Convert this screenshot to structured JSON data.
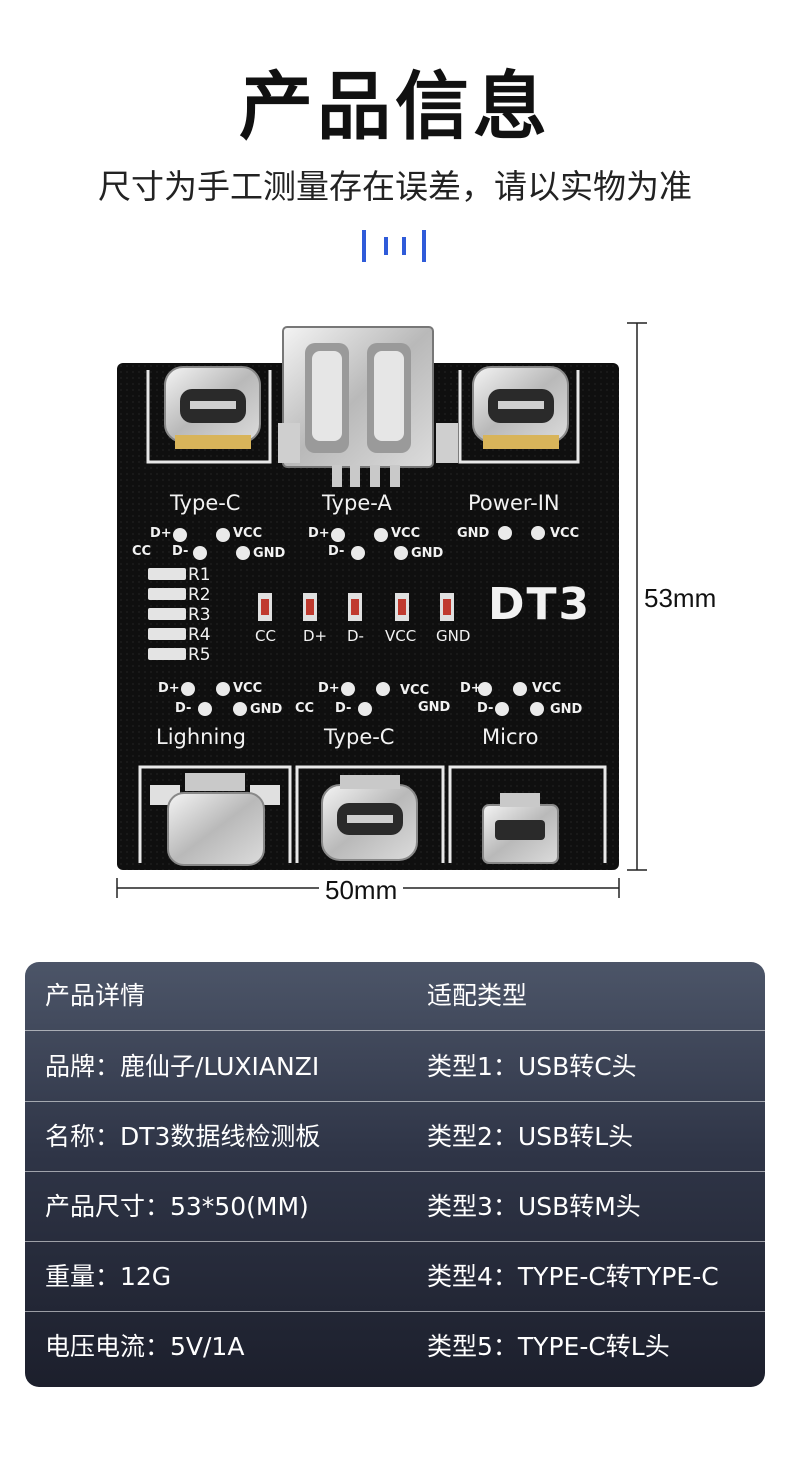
{
  "header": {
    "title": "产品信息",
    "subtitle": "尺寸为手工测量存在误差，请以实物为准"
  },
  "colors": {
    "accent_blue": "#2f5bd9",
    "board": "#0e0e0e",
    "table_top": "#4c5568",
    "table_bottom": "#1c1f2c"
  },
  "board": {
    "labels": {
      "type_c_top": "Type-C",
      "type_a": "Type-A",
      "power_in": "Power-IN",
      "dt3": "DT3",
      "lightning": "Lighning",
      "type_c_bottom": "Type-C",
      "micro": "Micro"
    },
    "pins": {
      "dp": "D+",
      "dm": "D-",
      "vcc": "VCC",
      "gnd": "GND",
      "cc": "CC"
    },
    "resistors": [
      "R1",
      "R2",
      "R3",
      "R4",
      "R5"
    ],
    "leds": [
      "CC",
      "D+",
      "D-",
      "VCC",
      "GND"
    ],
    "dimensions": {
      "height": "53mm",
      "width": "50mm"
    }
  },
  "specs": {
    "header": {
      "left": "产品详情",
      "right": "适配类型"
    },
    "rows": [
      {
        "left": "品牌：鹿仙子/LUXIANZI",
        "right": "类型1：USB转C头"
      },
      {
        "left": "名称：DT3数据线检测板",
        "right": "类型2：USB转L头"
      },
      {
        "left": "产品尺寸：53*50(MM)",
        "right": "类型3：USB转M头"
      },
      {
        "left": "重量：12G",
        "right": "类型4：TYPE-C转TYPE-C"
      },
      {
        "left": "电压电流：5V/1A",
        "right": "类型5：TYPE-C转L头"
      }
    ]
  }
}
